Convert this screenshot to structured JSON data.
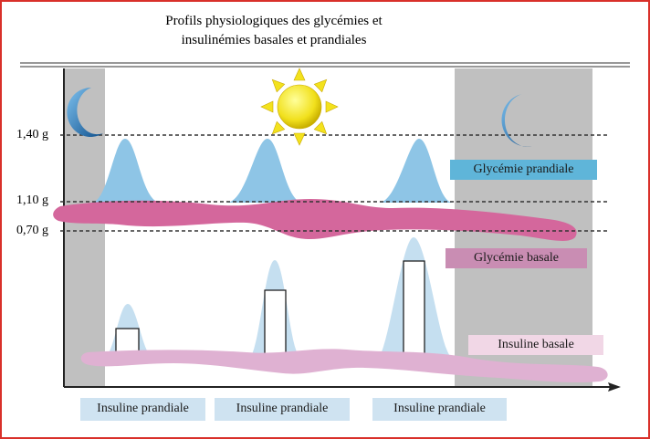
{
  "title": {
    "line1": "Profils physiologiques des glycémies et",
    "line2": "insulinémies basales et prandiales"
  },
  "y_axis": {
    "labels": [
      "1,40 g",
      "1,10 g",
      "0,70 g"
    ]
  },
  "labels": {
    "glycemie_prandiale": "Glycémie prandiale",
    "glycemie_basale": "Glycémie basale",
    "insuline_basale": "Insuline basale",
    "insuline_prandiale": [
      "Insuline prandiale",
      "Insuline prandiale",
      "Insuline prandiale"
    ]
  },
  "icons": {
    "night": "crescent-moon-icon",
    "day": "sun-icon"
  },
  "colors": {
    "frame": "#d9302a",
    "night_band": "#c0c0c0",
    "glycemia_peak": "#8ec5e6",
    "basal_glycemia": "#d4679c",
    "insulin_peak": "#c5dff0",
    "basal_insulin": "#dfb1d2",
    "tag_blue": "#5fb5d9",
    "tag_mauve": "#c98db3",
    "tag_pink": "#f1d7e6",
    "tag_lightblue": "#cfe3f1",
    "moon": "#1f6fb0",
    "sun": "#f3e21d"
  }
}
